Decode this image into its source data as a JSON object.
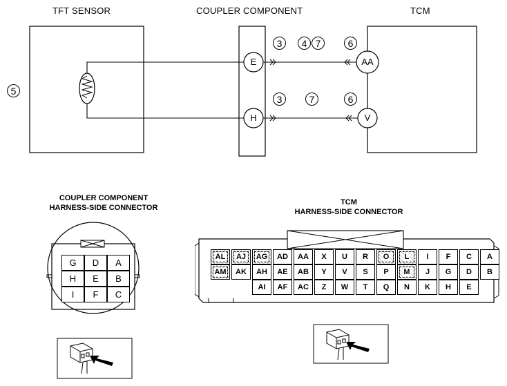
{
  "labels": {
    "tft_sensor": "TFT SENSOR",
    "coupler_component": "COUPLER COMPONENT",
    "tcm": "TCM",
    "coupler_harness_1": "COUPLER COMPONENT",
    "coupler_harness_2": "HARNESS-SIDE CONNECTOR",
    "tcm_harness_1": "TCM",
    "tcm_harness_2": "HARNESS-SIDE CONNECTOR"
  },
  "terminals": {
    "coupler_top": "E",
    "coupler_bottom": "H",
    "tcm_top": "AA",
    "tcm_bottom": "V"
  },
  "callouts": {
    "sensor": "5",
    "top_3": "3",
    "top_4": "4",
    "top_7": "7",
    "top_6": "6",
    "bottom_3": "3",
    "bottom_7": "7",
    "bottom_6": "6"
  },
  "coupler_pins": [
    [
      "G",
      "D",
      "A"
    ],
    [
      "H",
      "E",
      "B"
    ],
    [
      "I",
      "F",
      "C"
    ]
  ],
  "tcm_pins": {
    "row1": [
      "AL",
      "AJ",
      "AG",
      "AD",
      "AA",
      "X",
      "U",
      "R",
      "O",
      "L",
      "I",
      "F",
      "C",
      "A"
    ],
    "row2": [
      "AM",
      "AK",
      "AH",
      "AE",
      "AB",
      "Y",
      "V",
      "S",
      "P",
      "M",
      "J",
      "G",
      "D",
      "B"
    ],
    "row3": [
      "AI",
      "AF",
      "AC",
      "Z",
      "W",
      "T",
      "Q",
      "N",
      "K",
      "H",
      "E"
    ]
  }
}
